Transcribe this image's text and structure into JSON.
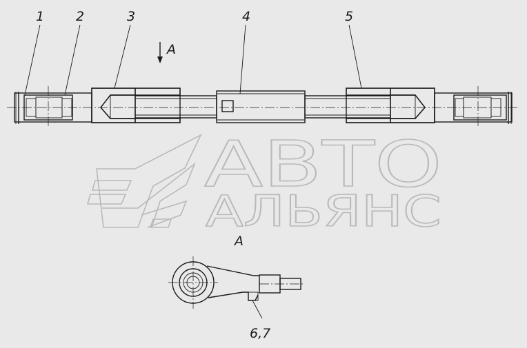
{
  "callouts": {
    "c1": "1",
    "c2": "2",
    "c3": "3",
    "c4": "4",
    "c5": "5",
    "view_arrow": "A",
    "view_label": "A",
    "detail_callout": "6,7"
  },
  "watermark": {
    "line1": "АВТО",
    "line2": "АЛЬЯНС"
  },
  "colors": {
    "background": "#e9e9e9",
    "ink": "#1a1a1a",
    "watermark": "#b9b9b9"
  }
}
